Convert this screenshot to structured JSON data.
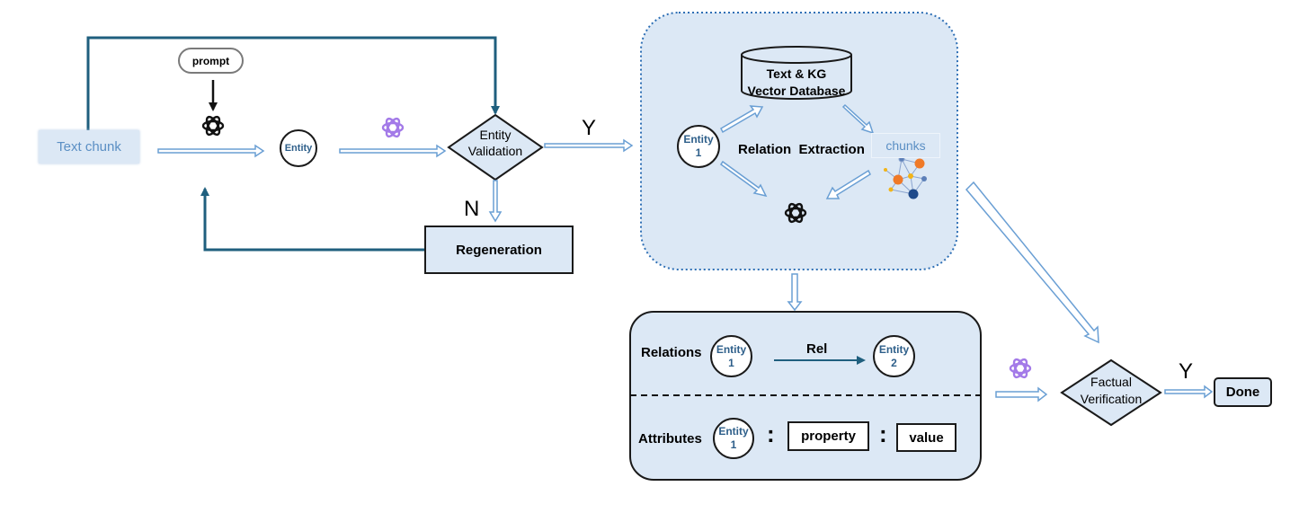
{
  "colors": {
    "accent_dark": "#1f5f7e",
    "light_fill": "#dce8f5",
    "arrow_stroke": "#6a9fd4",
    "arrow_fill": "#ffffff",
    "text_blue": "#5b8fc4",
    "entity_text": "#2e5f8a",
    "llm_purple": "#a37ae8",
    "node_orange": "#f07a28",
    "node_navy": "#1f4a8a",
    "node_yellow": "#f2b418",
    "node_blue": "#5c7fb8"
  },
  "icons": {
    "llm_black": "openai-knot-icon",
    "llm_purple": "openai-knot-purple-icon",
    "graph": "knowledge-graph-icon",
    "database": "database-cylinder-icon"
  },
  "text_chunk": "Text chunk",
  "prompt": "prompt",
  "entity": "Entity",
  "validation": {
    "line1": "Entity",
    "line2": "Validation"
  },
  "yes": "Y",
  "no": "N",
  "regeneration": "Regeneration",
  "extraction": {
    "db_line1": "Text & KG",
    "db_line2": "Vector Database",
    "entity_word": "Entity",
    "entity_num": "1",
    "relation_extraction": "Relation  Extraction",
    "chunks": "chunks"
  },
  "output": {
    "relations_label": "Relations",
    "rel": "Rel",
    "entity1_word": "Entity",
    "entity1_num": "1",
    "entity2_word": "Entity",
    "entity2_num": "2",
    "attributes_label": "Attributes",
    "attr_entity_word": "Entity",
    "attr_entity_num": "1",
    "colon": ":",
    "property": "property",
    "value": "value"
  },
  "verification": {
    "line1": "Factual",
    "line2": "Verification"
  },
  "yes2": "Y",
  "done": "Done"
}
